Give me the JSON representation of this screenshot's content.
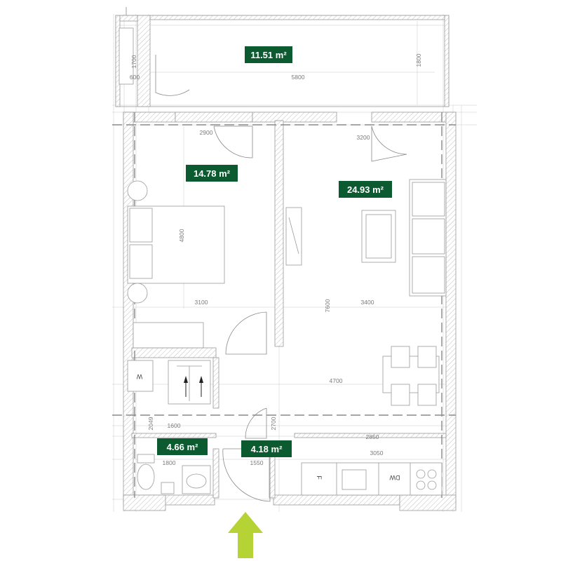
{
  "rooms": [
    {
      "id": "balcony",
      "area": "11.51 m²"
    },
    {
      "id": "bedroom",
      "area": "14.78 m²"
    },
    {
      "id": "living",
      "area": "24.93 m²"
    },
    {
      "id": "bathroom",
      "area": "4.66 m²"
    },
    {
      "id": "hall",
      "area": "4.18 m²"
    }
  ],
  "dimensions": {
    "balcony_width": "5800",
    "balcony_depth": "1800",
    "balcony_left_width": "600",
    "balcony_left_depth": "1700",
    "bedroom_top": "2900",
    "bedroom_bottom": "3100",
    "bedroom_height": "4800",
    "living_top": "3200",
    "living_mid": "3400",
    "living_height": "7600",
    "kitchen_width": "4700",
    "bath_top": "1600",
    "bath_inner": "1800",
    "bath_height": "2049",
    "hall_height": "2700",
    "hall_width": "1550",
    "kitchen_top": "2850",
    "kitchen_inner": "3050"
  },
  "appliances": {
    "washer": "W",
    "fridge": "F",
    "dishwasher": "DW"
  },
  "entrance": {
    "arrow_color": "#b5d334"
  },
  "colors": {
    "badge": "#0b5a30"
  }
}
